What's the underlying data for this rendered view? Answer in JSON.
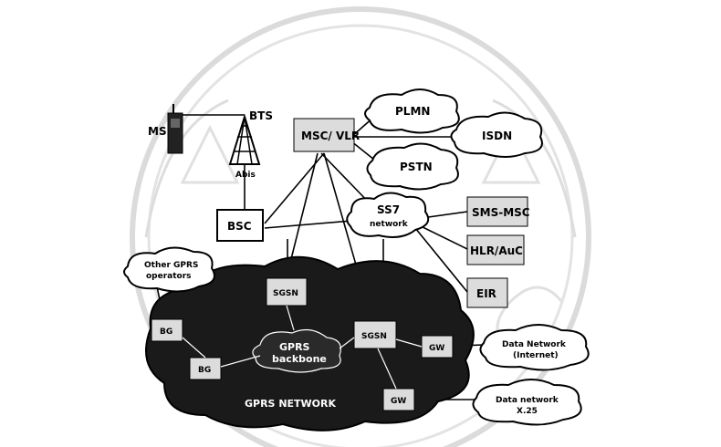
{
  "diagram": {
    "labels": {
      "ms": "MS",
      "bts": "BTS",
      "abis": "Abis",
      "bsc": "BSC",
      "msc_vlr": "MSC/ VLR",
      "plmn": "PLMN",
      "isdn": "ISDN",
      "pstn": "PSTN",
      "ss7": "SS7",
      "ss7_sub": "network",
      "sms_msc": "SMS-MSC",
      "hlr_auc": "HLR/AuC",
      "eir": "EIR",
      "other_gprs": "Other GPRS",
      "other_gprs_sub": "operators",
      "sgsn_top": "SGSN",
      "sgsn_right": "SGSN",
      "gprs_backbone": "GPRS",
      "gprs_backbone_sub": "backbone",
      "gprs_net": "GPRS NETWORK",
      "bg": "BG",
      "bg2": "BG",
      "gw1": "GW",
      "gw2": "GW",
      "data_net1": "Data Network",
      "data_net1_sub": "(Internet)",
      "data_net2": "Data network",
      "data_net2_sub": "X.25"
    },
    "colors": {
      "backbone_cloud": "#1a1a1a",
      "seal_watermark": "#c8c8c8"
    }
  }
}
